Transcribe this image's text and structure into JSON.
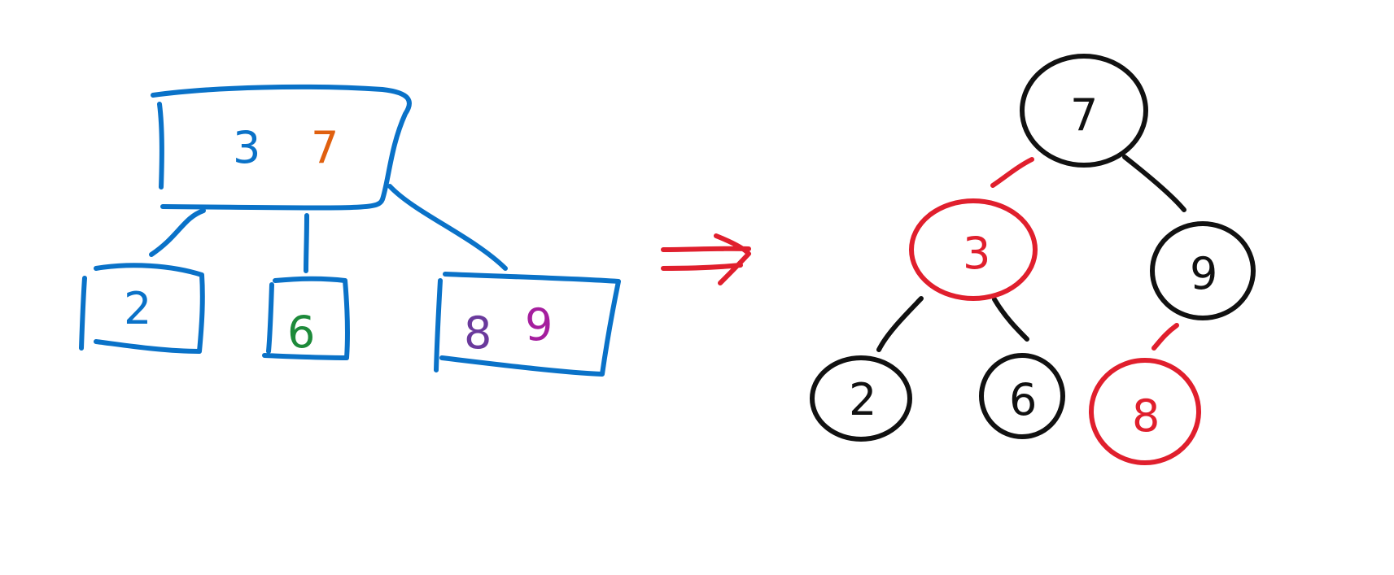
{
  "colors": {
    "blue": "#0a72c8",
    "orange": "#e0600f",
    "green": "#1d8a3a",
    "purple": "#6a3a9c",
    "magenta": "#a51e9e",
    "red": "#e01f2d",
    "black": "#111111",
    "background": "#ffffff"
  },
  "two_three_tree": {
    "root_keys": [
      "3",
      "7"
    ],
    "children": [
      {
        "keys": [
          "2"
        ]
      },
      {
        "keys": [
          "6"
        ]
      },
      {
        "keys": [
          "8",
          "9"
        ]
      }
    ]
  },
  "arrow": "⇒",
  "red_black_tree": {
    "root": {
      "key": "7",
      "color": "black"
    },
    "level1": [
      {
        "key": "3",
        "color": "red"
      },
      {
        "key": "9",
        "color": "black"
      }
    ],
    "level2": [
      {
        "key": "2",
        "color": "black"
      },
      {
        "key": "6",
        "color": "black"
      },
      {
        "key": "8",
        "color": "red"
      }
    ]
  }
}
